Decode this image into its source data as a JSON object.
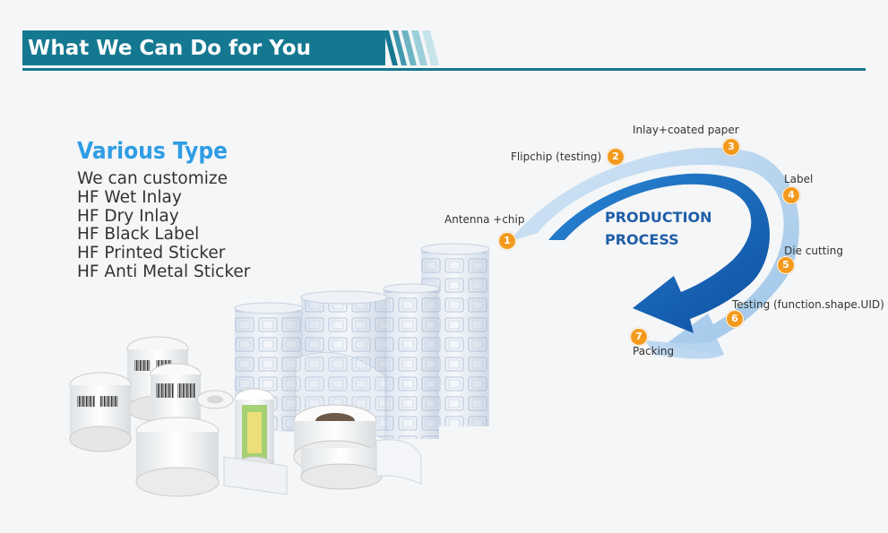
{
  "header": {
    "title": "What We Can Do for You"
  },
  "types": {
    "heading": "Various Type",
    "items": [
      "We can customize",
      "HF Wet Inlay",
      "HF Dry Inlay",
      "HF Black Label",
      "HF Printed Sticker",
      "HF Anti Metal Sticker"
    ]
  },
  "process": {
    "title_line1": "PRODUCTION",
    "title_line2": "PROCESS",
    "steps": [
      {
        "number": "1",
        "label": "Antenna +chip"
      },
      {
        "number": "2",
        "label": "Flipchip (testing)"
      },
      {
        "number": "3",
        "label": "Inlay+coated paper"
      },
      {
        "number": "4",
        "label": "Label"
      },
      {
        "number": "5",
        "label": "Die cutting"
      },
      {
        "number": "6",
        "label": "Testing (function.shape.UID)"
      },
      {
        "number": "7",
        "label": "Packing"
      }
    ]
  },
  "colors": {
    "header_bg": "#157891",
    "heading_blue": "#2f9de4",
    "arrow_dark": "#1565c0",
    "arrow_light": "#a9cdee",
    "badge": "#f39a1c"
  }
}
